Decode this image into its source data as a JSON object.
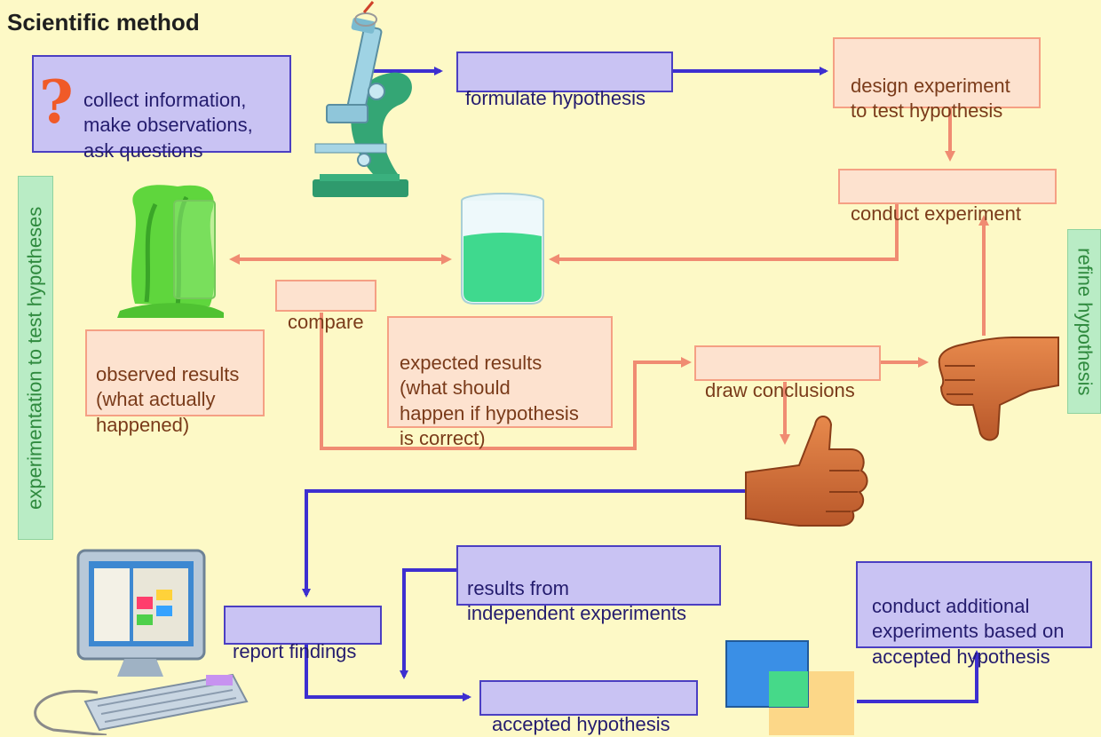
{
  "title": "Scientific method",
  "boxes": {
    "collect": "collect information,\nmake observations,\nask questions",
    "formulate": "formulate hypothesis",
    "design": "design experiment\nto test hypothesis",
    "conduct": "conduct experiment",
    "compare": "compare",
    "observed": "observed results\n(what actually\nhappened)",
    "expected": "expected results\n(what should\nhappen if hypothesis\nis correct)",
    "draw": "draw conclusions",
    "report": "report findings",
    "independent": "results from\nindependent experiments",
    "accepted": "accepted hypothesis",
    "additional": "conduct additional\nexperiments based on\naccepted hypothesis"
  },
  "side_labels": {
    "left": "experimentation to test hypotheses",
    "right": "refine hypothesis"
  },
  "icons": {
    "question": "?"
  },
  "colors": {
    "background": "#fdf9c6",
    "blue_arrow": "#3d2fd0",
    "pink_arrow": "#f08c72",
    "blue_box_fill": "#c9c3f3",
    "pink_box_fill": "#fde2cf",
    "green_label_fill": "#b9ecc5",
    "slime_green": "#5fd63d"
  }
}
